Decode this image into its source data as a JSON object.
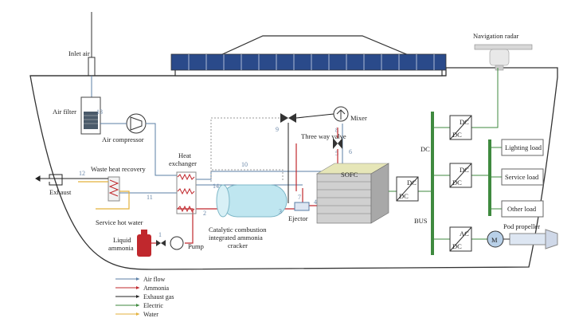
{
  "labels": {
    "inlet_air": "Inlet air",
    "navigation_radar": "Navigation radar",
    "air_filter": "Air filter",
    "air_compressor": "Air compressor",
    "mixer": "Mixer",
    "three_way_valve": "Three way valve",
    "dc": "DC",
    "bus": "BUS",
    "sofc": "SOFC",
    "waste_heat_recovery": "Waste heat recovery",
    "exhaust": "Exhaust",
    "service_hot_water": "Service hot water",
    "heat_exchanger": "Heat exchanger",
    "ejector": "Ejector",
    "liquid_ammonia": "Liquid ammonia",
    "pump": "Pump",
    "cracker": "Catalytic combustion integrated ammonia cracker",
    "lighting_load": "Lighting load",
    "service_load": "Service load",
    "other_load": "Other load",
    "pod_propeller": "Pod propeller",
    "motor": "M",
    "conv_dc_dc": "DC",
    "conv_ac": "AC"
  },
  "stream_numbers": [
    "1",
    "2",
    "3",
    "4",
    "5",
    "6",
    "7",
    "8",
    "9",
    "10",
    "11",
    "12",
    "13",
    "14"
  ],
  "legend": [
    {
      "label": "Air flow",
      "color": "#5b7fa6"
    },
    {
      "label": "Ammonia",
      "color": "#c0282d"
    },
    {
      "label": "Exhaust gas",
      "color": "#222222"
    },
    {
      "label": "Electric",
      "color": "#3f8a3f"
    },
    {
      "label": "Water",
      "color": "#e3b23c"
    }
  ],
  "colors": {
    "air": "#5b7fa6",
    "ammonia": "#c0282d",
    "exhaust": "#222222",
    "electric": "#3f8a3f",
    "water": "#e3b23c"
  }
}
